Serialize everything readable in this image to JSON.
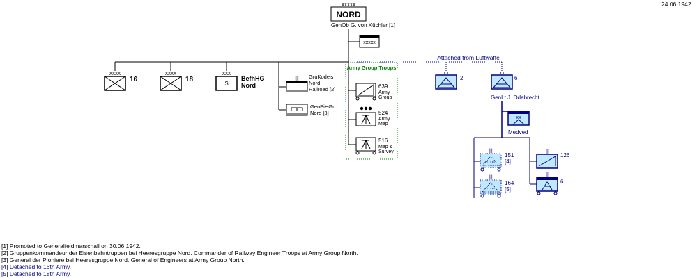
{
  "date": "24.06.1942",
  "hq": {
    "echelon": "xxxxx",
    "name": "NORD",
    "commander": "GenOb  G. von Küchler [1]",
    "hq_unit_echelon": "xxxxx"
  },
  "armies": [
    {
      "echelon": "xxxx",
      "label": "16"
    },
    {
      "echelon": "xxxx",
      "label": "18"
    },
    {
      "echelon": "xxx",
      "symbol_text": "S",
      "label_line1": "BefhHG",
      "label_line2": "Nord"
    }
  ],
  "rail_command": {
    "echelon": "|||",
    "line1": "GruKodeis",
    "line2": "Nord",
    "line3": "Railroad [2]"
  },
  "engineer_general": {
    "line1": "GenPiHGr",
    "line2": "Nord [3]"
  },
  "army_group_troops": {
    "title": "Army Group Troops",
    "units": [
      {
        "label": "639",
        "sub1": "Army",
        "sub2": "Group"
      },
      {
        "label": "524",
        "sub1": "Army",
        "sub2": "Map"
      },
      {
        "label": "516",
        "sub1": "Map &",
        "sub2": "Survey"
      }
    ]
  },
  "luftwaffe": {
    "title": "Attached from Luftwaffe",
    "flak_2": {
      "echelon": "xx",
      "label": "2"
    },
    "flak_6": {
      "echelon": "xx",
      "label": "6",
      "commander": "GenLt  J. Odebrecht"
    },
    "medved": {
      "echelon": "xx",
      "label": "Medved"
    },
    "sub_units": [
      {
        "echelon": "|||",
        "label": "151",
        "note": "[4]"
      },
      {
        "echelon": "|||",
        "label": "164",
        "note": "[5]"
      },
      {
        "echelon": "||",
        "label": "126"
      },
      {
        "echelon": "||",
        "label": "6"
      }
    ]
  },
  "footnotes": [
    "[1] Promoted to Generalfeldmarschall  on 30.06.1942.",
    "[2] Gruppenkommandeur der Eisenbahntruppen bei Heeresgruppe Nord. Commander of Railway Engineer Troops at Army Group North.",
    "[3] General der Pioniere bei Heeresgruppe Nord. General of Engineers at Army Group North.",
    "[4] Detached to 16th Army.",
    "[5] Detached to 18th Army."
  ],
  "colors": {
    "army": "#000000",
    "luftwaffe": "#000080",
    "luftwaffe_fill": "#c0e8ff",
    "troops_title": "#008000"
  }
}
